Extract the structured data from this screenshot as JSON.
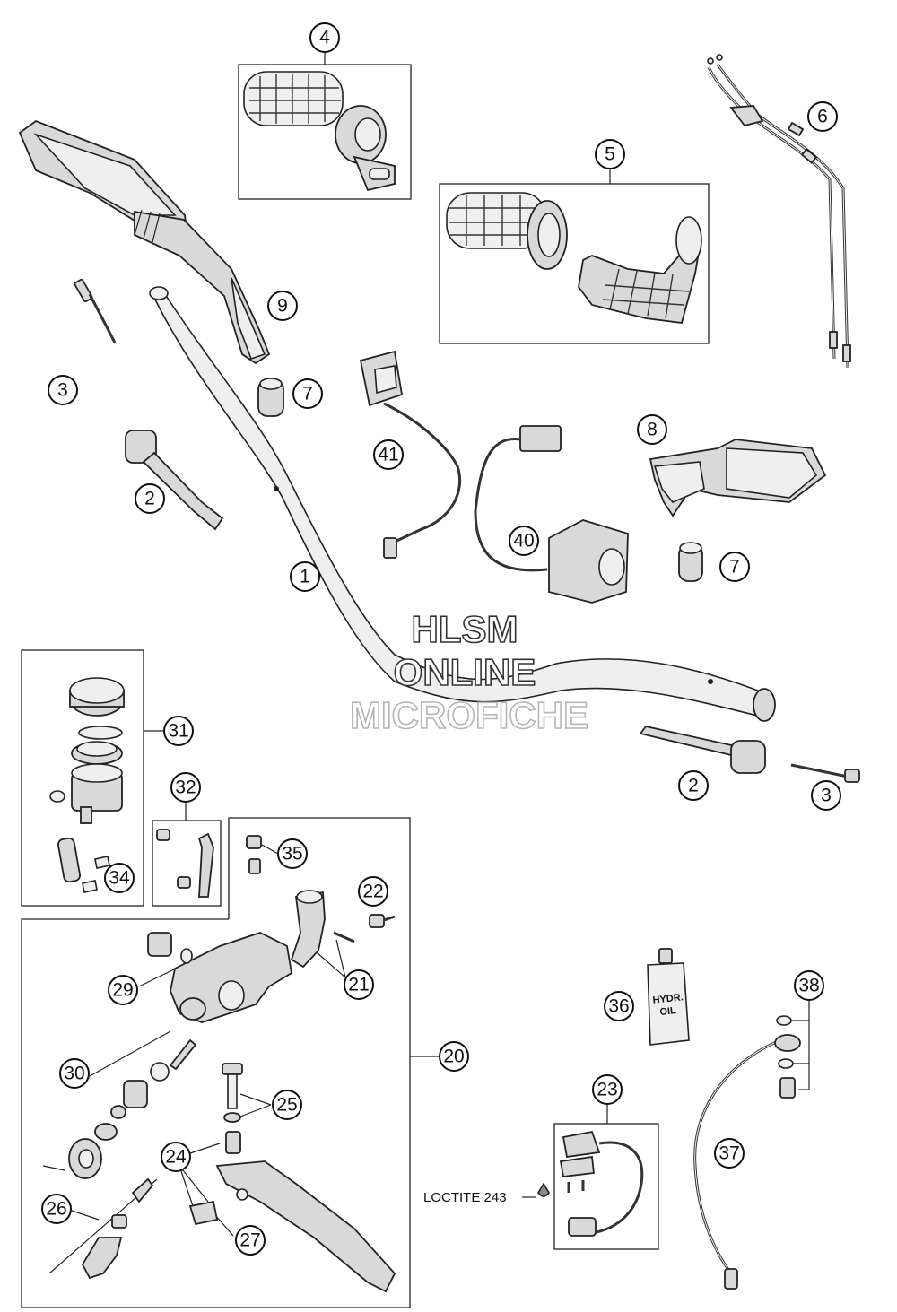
{
  "callouts": [
    {
      "id": "c1",
      "label": "1"
    },
    {
      "id": "c2a",
      "label": "2"
    },
    {
      "id": "c2b",
      "label": "2"
    },
    {
      "id": "c3a",
      "label": "3"
    },
    {
      "id": "c3b",
      "label": "3"
    },
    {
      "id": "c4",
      "label": "4"
    },
    {
      "id": "c5",
      "label": "5"
    },
    {
      "id": "c6",
      "label": "6"
    },
    {
      "id": "c7a",
      "label": "7"
    },
    {
      "id": "c7b",
      "label": "7"
    },
    {
      "id": "c8",
      "label": "8"
    },
    {
      "id": "c9",
      "label": "9"
    },
    {
      "id": "c20",
      "label": "20"
    },
    {
      "id": "c21",
      "label": "21"
    },
    {
      "id": "c22",
      "label": "22"
    },
    {
      "id": "c23",
      "label": "23"
    },
    {
      "id": "c24",
      "label": "24"
    },
    {
      "id": "c25",
      "label": "25"
    },
    {
      "id": "c26",
      "label": "26"
    },
    {
      "id": "c27",
      "label": "27"
    },
    {
      "id": "c29",
      "label": "29"
    },
    {
      "id": "c30",
      "label": "30"
    },
    {
      "id": "c31",
      "label": "31"
    },
    {
      "id": "c32",
      "label": "32"
    },
    {
      "id": "c34",
      "label": "34"
    },
    {
      "id": "c35",
      "label": "35"
    },
    {
      "id": "c36",
      "label": "36"
    },
    {
      "id": "c37",
      "label": "37"
    },
    {
      "id": "c38",
      "label": "38"
    },
    {
      "id": "c40",
      "label": "40"
    },
    {
      "id": "c41",
      "label": "41"
    }
  ],
  "note": {
    "text": "LOCTITE 243"
  },
  "bottle": {
    "line1": "HYDR.",
    "line2": "OIL"
  },
  "watermark": {
    "line1": "HLSM",
    "line2": "ONLINE",
    "line3": "MICROFICHE"
  },
  "colors": {
    "line": "#111111",
    "part_fill": "#d9d9d9",
    "watermark_line": "#333333",
    "watermark_micro": "#b5b5b5"
  }
}
